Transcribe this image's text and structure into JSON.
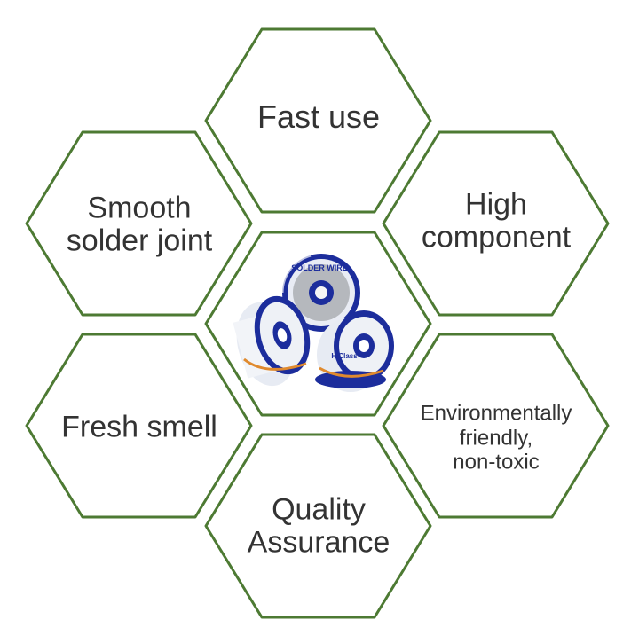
{
  "colors": {
    "hex_stroke": "#4d7a33",
    "text": "#333333",
    "spool_blue": "#1c2d9c",
    "wire_silver": "#a8a8a8"
  },
  "hexagons": {
    "top": {
      "lines": [
        "Fast use"
      ]
    },
    "upper_left": {
      "lines": [
        "Smooth",
        "solder joint"
      ]
    },
    "upper_right": {
      "lines": [
        "High",
        "component"
      ]
    },
    "lower_left": {
      "lines": [
        "Fresh smell"
      ]
    },
    "lower_right": {
      "lines": [
        "Environmentally",
        "friendly,",
        "non-toxic"
      ]
    },
    "bottom": {
      "lines": [
        "Quality",
        "Assurance"
      ]
    }
  },
  "center": {
    "image": "solder-wire-spools-photo",
    "spool_text": [
      "SOLDER WIRE",
      "HiClass"
    ]
  }
}
